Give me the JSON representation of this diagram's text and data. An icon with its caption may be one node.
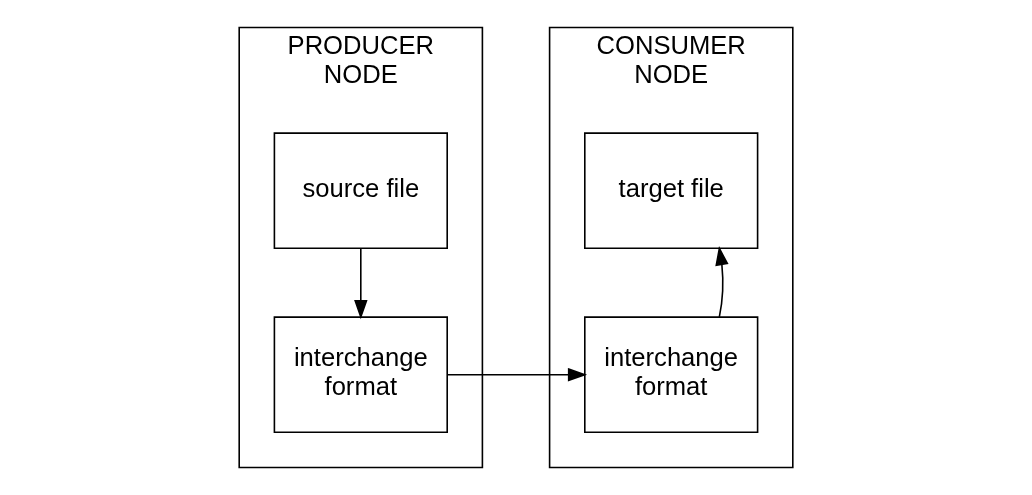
{
  "diagram": {
    "nodes": [
      {
        "text": [
          "PRODUCER NODE"
        ]
      },
      {
        "text": [
          "source file"
        ],
        "in": 0
      },
      {
        "text": [
          "interchange format"
        ],
        "in": 0
      },
      {
        "text": [
          "CONSUMER NODE"
        ]
      },
      {
        "text": [
          "target file"
        ],
        "in": 3
      },
      {
        "text": [
          "interchange format"
        ],
        "in": 3
      }
    ],
    "edges": [
      {
        "from": 1,
        "to": 2,
        "arrow": "to"
      },
      {
        "from": 2,
        "to": 5,
        "arrow": "to"
      },
      {
        "from": 5,
        "to": 4,
        "arrow": "to"
      }
    ]
  }
}
